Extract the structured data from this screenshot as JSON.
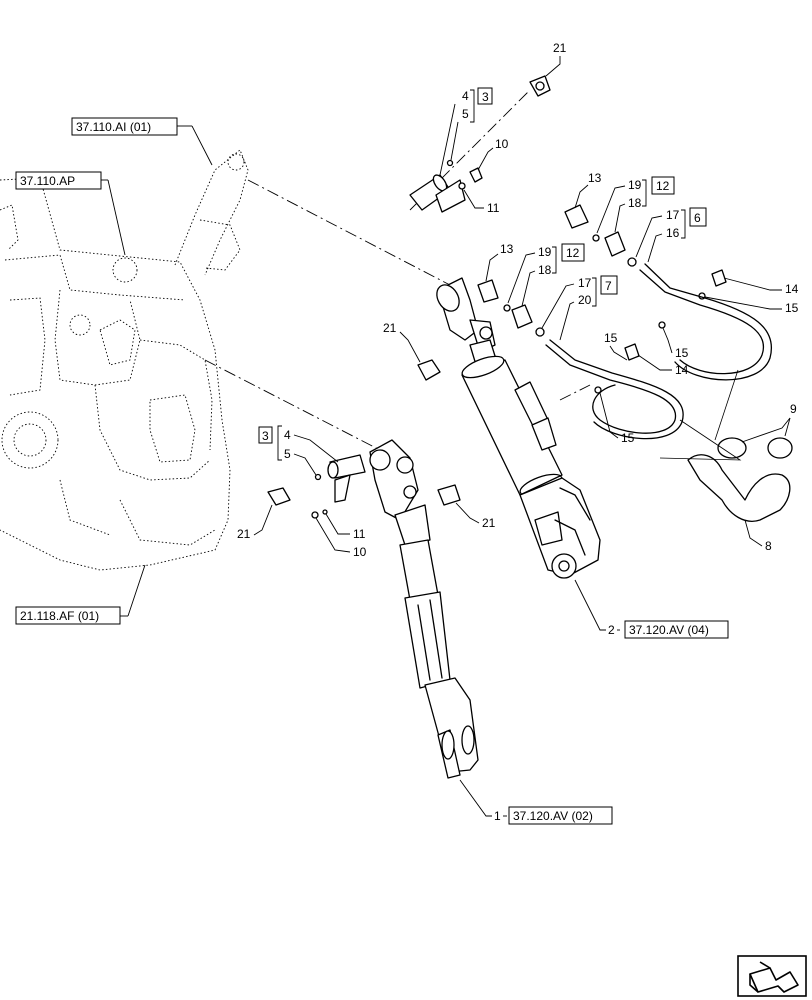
{
  "references": {
    "r1": "37.110.AI (01)",
    "r2": "37.110.AP",
    "r3": "21.118.AF (01)",
    "r4": "37.120.AV (04)",
    "r5": "37.120.AV (02)"
  },
  "callouts": {
    "c1": "21",
    "c2": "4",
    "c3": "5",
    "c4": "3",
    "c5": "10",
    "c6": "11",
    "c7": "13",
    "c8": "19",
    "c9": "12",
    "c10": "18",
    "c11": "17",
    "c12": "6",
    "c13": "16",
    "c14": "13",
    "c15": "19",
    "c16": "12",
    "c17": "18",
    "c18": "17",
    "c19": "7",
    "c20": "20",
    "c21": "14",
    "c22": "15",
    "c23": "21",
    "c24": "15",
    "c25": "15",
    "c26": "14",
    "c27": "15",
    "c28": "9",
    "c29": "8",
    "c30": "3",
    "c31": "4",
    "c32": "5",
    "c33": "21",
    "c34": "11",
    "c35": "10",
    "c36": "21",
    "c37": "2",
    "c38": "1"
  },
  "nav_icon": "next-page-arrow-icon"
}
